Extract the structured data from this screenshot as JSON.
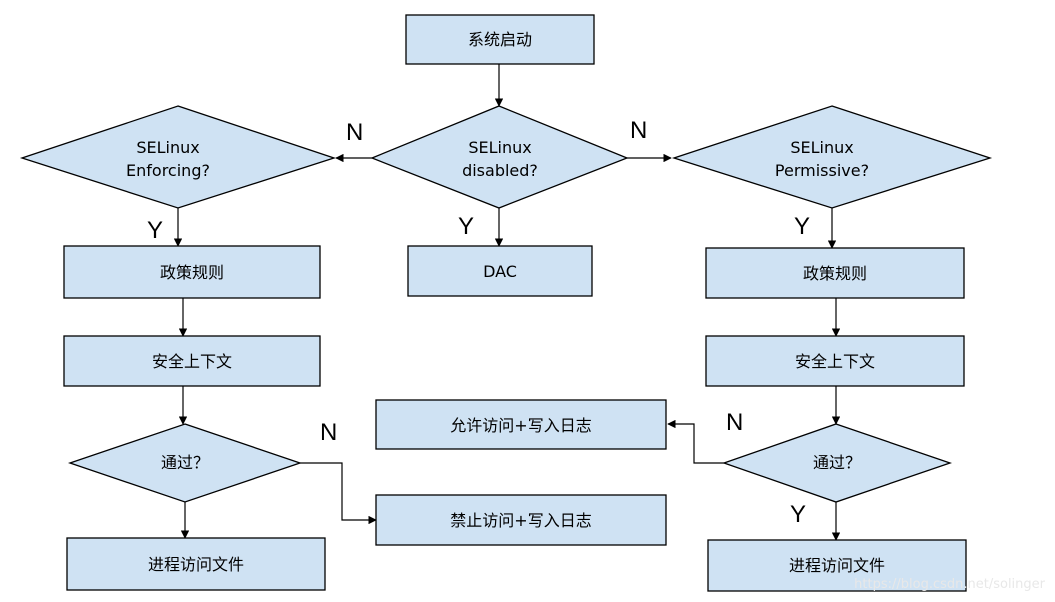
{
  "nodes": {
    "start": "系统启动",
    "selinux_disabled": [
      "SELinux",
      "disabled?"
    ],
    "selinux_enforcing": [
      "SELinux",
      "Enforcing?"
    ],
    "selinux_permissive": [
      "SELinux",
      "Permissive?"
    ],
    "dac": "DAC",
    "policy_left": "政策规则",
    "policy_right": "政策规则",
    "context_left": "安全上下文",
    "context_right": "安全上下文",
    "pass_left": "通过？",
    "pass_right": "通过？",
    "deny_log": "禁止访问+写入日志",
    "allow_log": "允许访问+写入日志",
    "process_left": "进程访问文件",
    "process_right": "进程访问文件"
  },
  "edge_labels": {
    "disabled_no_left": "N",
    "disabled_no_right": "N",
    "disabled_yes": "Y",
    "enforcing_yes": "Y",
    "permissive_yes": "Y",
    "pass_left_no": "N",
    "pass_right_no": "N",
    "pass_right_yes": "Y"
  },
  "watermark": "https://blog.csdn.net/solinger"
}
